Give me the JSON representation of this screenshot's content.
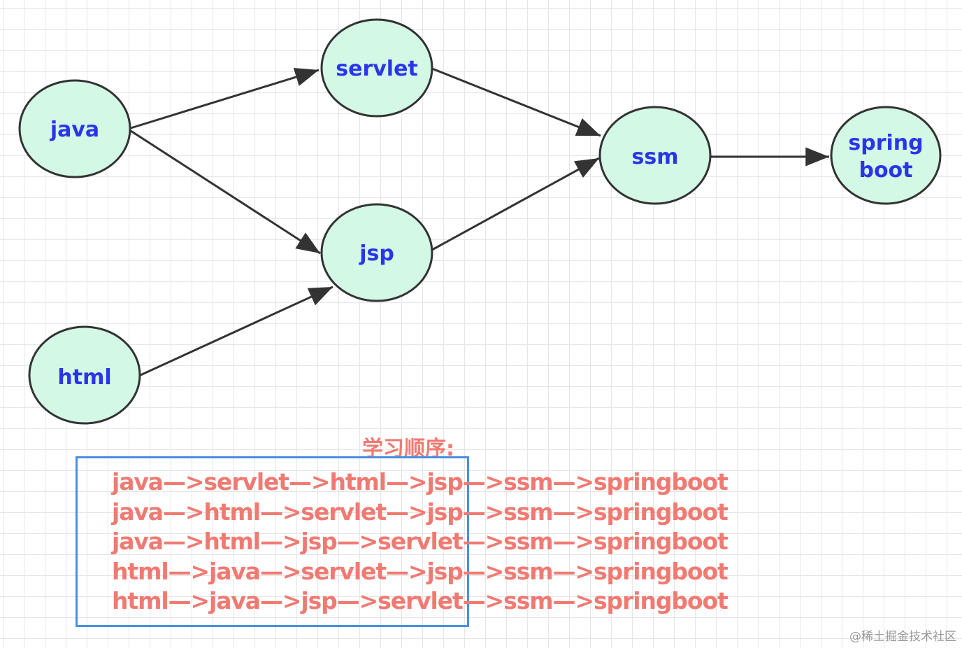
{
  "diagram": {
    "nodes": {
      "java": "java",
      "servlet": "servlet",
      "jsp": "jsp",
      "html": "html",
      "ssm": "ssm",
      "springboot_line1": "spring",
      "springboot_line2": "boot"
    },
    "edges": [
      {
        "from": "java",
        "to": "servlet"
      },
      {
        "from": "java",
        "to": "jsp"
      },
      {
        "from": "html",
        "to": "jsp"
      },
      {
        "from": "servlet",
        "to": "ssm"
      },
      {
        "from": "jsp",
        "to": "ssm"
      },
      {
        "from": "ssm",
        "to": "springboot"
      }
    ],
    "colors": {
      "node_fill": "#d3f8e6",
      "node_stroke": "#333333",
      "node_text": "#2a35e8",
      "edge": "#333333",
      "order_text": "#f07a72",
      "box_border": "#4a8fe0"
    }
  },
  "order": {
    "heading": "学习顺序:",
    "sequences": [
      "java—>servlet—>html—>jsp—>ssm—>springboot",
      "java—>html—>servlet—>jsp—>ssm—>springboot",
      "java—>html—>jsp—>servlet—>ssm—>springboot",
      "html—>java—>servlet—>jsp—>ssm—>springboot",
      "html—>java—>jsp—>servlet—>ssm—>springboot"
    ]
  },
  "watermark": "@稀土掘金技术社区"
}
